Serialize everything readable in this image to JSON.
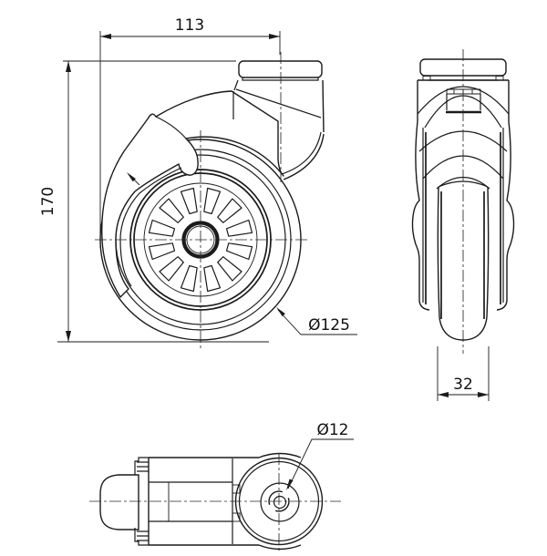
{
  "drawing": {
    "kind": "engineering-drawing",
    "part": "swivel caster wheel",
    "views": {
      "front": "front-view",
      "side": "side-view",
      "bottom": "bottom-view"
    },
    "dimensions": {
      "overall_width": {
        "label": "113"
      },
      "overall_height": {
        "label": "170"
      },
      "wheel_diameter": {
        "label": "Ø125"
      },
      "wheel_width": {
        "label": "32"
      },
      "axle_bore": {
        "label": "Ø12"
      }
    },
    "colors": {
      "line": "#1b1b1b",
      "background": "#ffffff"
    }
  }
}
